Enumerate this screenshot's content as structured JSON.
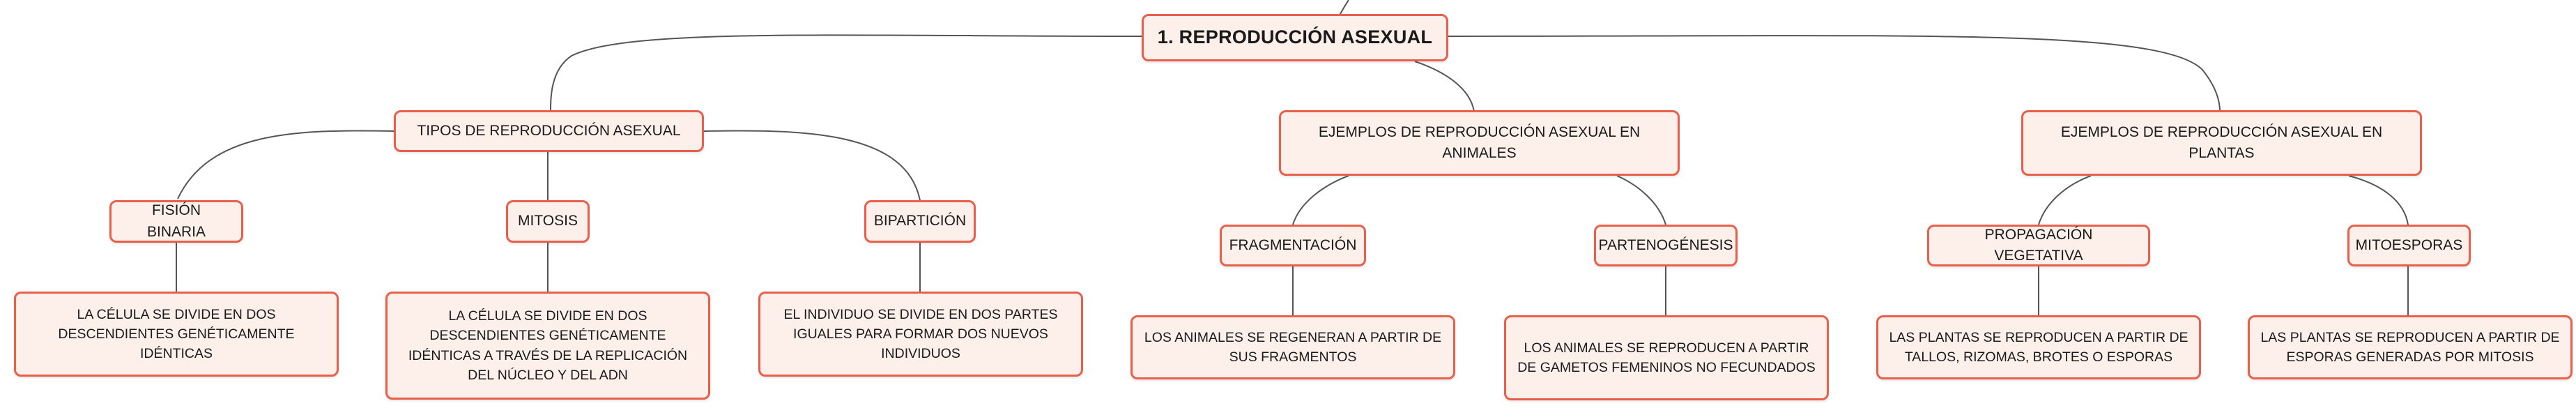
{
  "root": {
    "label": "1. REPRODUCCIÓN ASEXUAL"
  },
  "branches": [
    {
      "label": "TIPOS DE REPRODUCCIÓN ASEXUAL",
      "children": [
        {
          "label": "FISIÓN BINARIA",
          "description": "LA CÉLULA SE DIVIDE EN DOS DESCENDIENTES GENÉTICAMENTE IDÉNTICAS"
        },
        {
          "label": "MITOSIS",
          "description": "LA CÉLULA SE DIVIDE EN DOS DESCENDIENTES GENÉTICAMENTE IDÉNTICAS A TRAVÉS DE LA REPLICACIÓN DEL NÚCLEO Y DEL ADN"
        },
        {
          "label": "BIPARTICIÓN",
          "description": "EL INDIVIDUO SE DIVIDE EN DOS PARTES IGUALES PARA FORMAR DOS NUEVOS INDIVIDUOS"
        }
      ]
    },
    {
      "label": "EJEMPLOS DE REPRODUCCIÓN ASEXUAL EN ANIMALES",
      "children": [
        {
          "label": "FRAGMENTACIÓN",
          "description": "LOS ANIMALES SE REGENERAN A PARTIR DE SUS FRAGMENTOS"
        },
        {
          "label": "PARTENOGÉNESIS",
          "description": "LOS ANIMALES SE REPRODUCEN A PARTIR DE GAMETOS FEMENINOS NO FECUNDADOS"
        }
      ]
    },
    {
      "label": "EJEMPLOS DE REPRODUCCIÓN ASEXUAL EN PLANTAS",
      "children": [
        {
          "label": "PROPAGACIÓN VEGETATIVA",
          "description": "LAS PLANTAS SE REPRODUCEN A PARTIR DE TALLOS, RIZOMAS, BROTES O ESPORAS"
        },
        {
          "label": "MITOESPORAS",
          "description": "LAS PLANTAS SE REPRODUCEN A PARTIR DE ESPORAS GENERADAS POR MITOSIS"
        }
      ]
    }
  ],
  "colors": {
    "node_fill": "#fdf0ea",
    "node_border": "#e8604c",
    "connector": "#555555",
    "text": "#1a1a1a"
  }
}
